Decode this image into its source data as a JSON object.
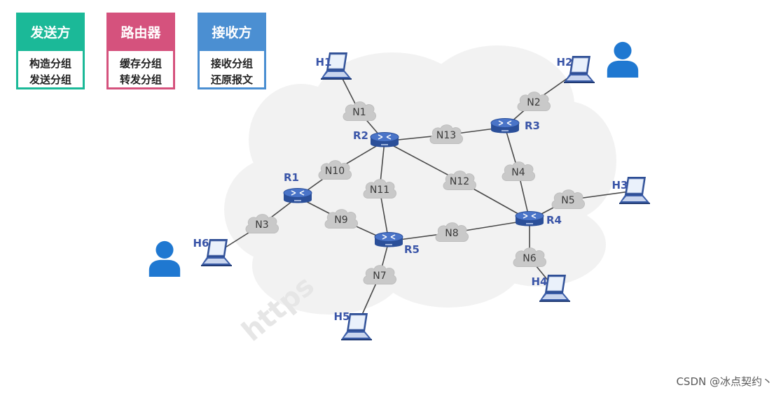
{
  "legend": [
    {
      "title": "发送方",
      "lines": [
        "构造分组",
        "发送分组"
      ],
      "color": "#1bb998"
    },
    {
      "title": "路由器",
      "lines": [
        "缓存分组",
        "转发分组"
      ],
      "color": "#d5527d"
    },
    {
      "title": "接收方",
      "lines": [
        "接收分组",
        "还原报文"
      ],
      "color": "#4b8fd2"
    }
  ],
  "routers": [
    {
      "id": "R1",
      "label": "R1"
    },
    {
      "id": "R2",
      "label": "R2"
    },
    {
      "id": "R3",
      "label": "R3"
    },
    {
      "id": "R4",
      "label": "R4"
    },
    {
      "id": "R5",
      "label": "R5"
    }
  ],
  "hosts": [
    {
      "id": "H1",
      "label": "H1"
    },
    {
      "id": "H2",
      "label": "H2"
    },
    {
      "id": "H3",
      "label": "H3"
    },
    {
      "id": "H4",
      "label": "H4"
    },
    {
      "id": "H5",
      "label": "H5"
    },
    {
      "id": "H6",
      "label": "H6"
    }
  ],
  "networks": [
    "N1",
    "N2",
    "N3",
    "N4",
    "N5",
    "N6",
    "N7",
    "N8",
    "N9",
    "N10",
    "N11",
    "N12",
    "N13"
  ],
  "watermark": "CSDN @冰点契约丶",
  "colors": {
    "router": "#3a63b5",
    "label": "#3a55a8",
    "cloud": "#cfcfcf",
    "line": "#4a4a4a",
    "user": "#1f78d1"
  }
}
